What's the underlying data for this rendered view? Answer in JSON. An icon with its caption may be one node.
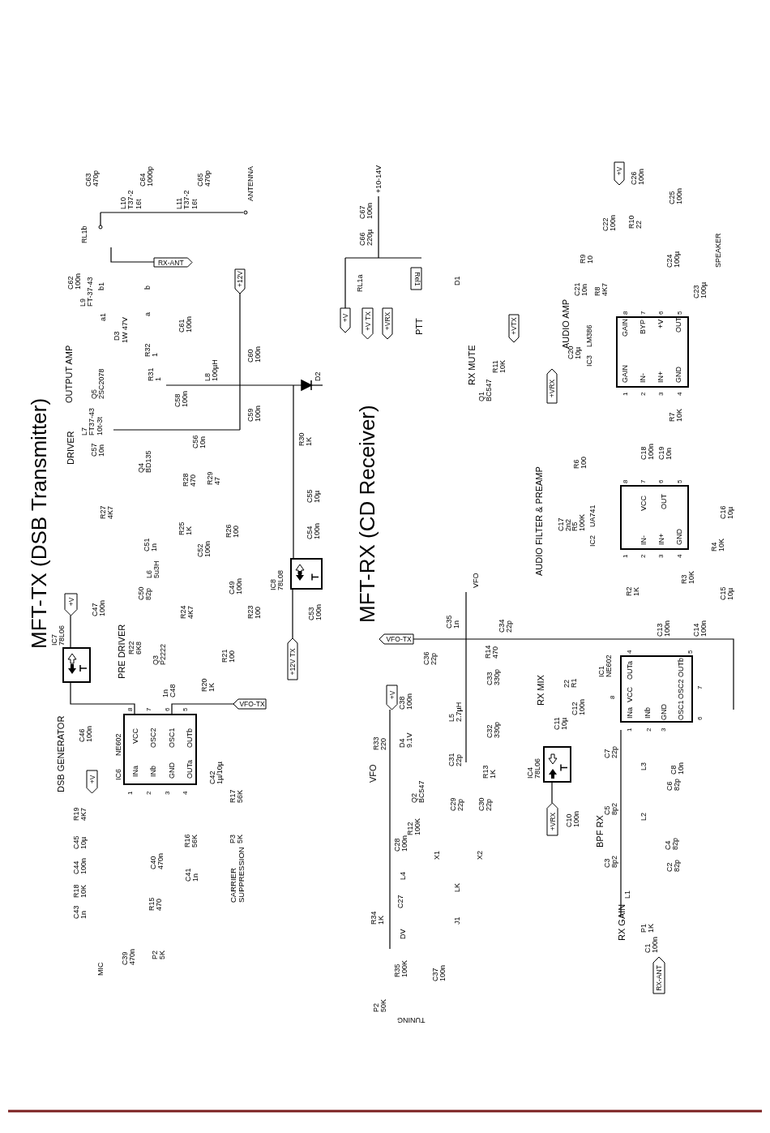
{
  "diagram": {
    "nodes": [
      {
        "text": [
          "VCC",
          "OSC2",
          "OSC1",
          "OUTb",
          "INa",
          "INb",
          "GND",
          "OUTa"
        ],
        "beside": [
          "IC6",
          "NE602",
          "8",
          "7",
          "6",
          "5",
          "1",
          "2",
          "3",
          "4"
        ]
      },
      {
        "text": [],
        "shape": "box",
        "beside": [
          "IC7 78L06"
        ]
      },
      {
        "text": [],
        "shape": "box",
        "beside": [
          "IC8 78L08"
        ]
      },
      {
        "text": [],
        "shape": "box",
        "beside": [
          "IC4 78L06"
        ]
      },
      {
        "text": [
          "GAIN",
          "BYP",
          "+V",
          "OUT",
          "GAIN",
          "IN-",
          "IN+",
          "GND"
        ],
        "beside": [
          "IC3",
          "LM386",
          "8",
          "7",
          "6",
          "5",
          "1",
          "2",
          "3",
          "4"
        ]
      },
      {
        "text": [
          "VCC",
          "OUT",
          "IN-",
          "IN+",
          "GND"
        ],
        "beside": [
          "IC2",
          "UA741",
          "8",
          "7",
          "6",
          "5",
          "1",
          "2",
          "3",
          "4"
        ]
      },
      {
        "text": [
          "OUTa",
          "OUTb",
          "VCC",
          "OSC2",
          "INa",
          "INb",
          "GND",
          "OSC1"
        ],
        "beside": [
          "IC1 NE602",
          "4",
          "5",
          "8",
          "7",
          "6",
          "1",
          "2",
          "3"
        ]
      },
      {
        "text": [
          "+V"
        ]
      },
      {
        "text": [
          "VFO-TX"
        ]
      },
      {
        "text": [
          "+V"
        ]
      },
      {
        "text": [
          "RX-ANT"
        ]
      },
      {
        "text": [
          "+12V"
        ]
      },
      {
        "text": [
          "+12V TX"
        ]
      },
      {
        "text": [
          "+V"
        ]
      },
      {
        "text": [
          "+V TX"
        ]
      },
      {
        "text": [
          "+VRX"
        ]
      },
      {
        "text": [
          "Rel1"
        ]
      },
      {
        "text": [
          "+VTX"
        ]
      },
      {
        "text": [
          "+VRX"
        ]
      },
      {
        "text": [
          "+V"
        ]
      },
      {
        "text": [
          "VFO-TX"
        ]
      },
      {
        "text": [
          "+V"
        ]
      },
      {
        "text": [
          "+VRX"
        ]
      },
      {
        "text": [
          "RX-ANT"
        ]
      }
    ],
    "edges": [
      {
        "from": 7,
        "to": 1,
        "arrow": "none"
      },
      {
        "from": 1,
        "to": 0,
        "arrow": "none"
      },
      {
        "from": 8,
        "to": 0,
        "arrow": "none"
      },
      {
        "from": 12,
        "to": 2,
        "arrow": "none"
      },
      {
        "from": 22,
        "to": 3,
        "arrow": "none"
      }
    ],
    "labels": [
      "MFT-TX (DSB Transmitter)",
      "C63 470p",
      "C64 1000p",
      "C65 470p",
      "L10 T37-2 16t",
      "L11 T37-2 16t",
      "ANTENNA",
      "RL1b",
      "C62 100n",
      "L9 FT-37-43",
      "b1",
      "b",
      "a1",
      "a",
      "C61 100n",
      "D3",
      "1W 47V",
      "OUTPUT AMP",
      "R32 1",
      "R31 1",
      "Q5 2SC2078",
      "L8 100µH",
      "C60 100n",
      "C58 100n",
      "C59 100n",
      "L7 FT37-43 10t-3t",
      "DRIVER",
      "C57 10n",
      "Q4 BD135",
      "C56 10n",
      "R28 470",
      "R29 47",
      "R27 4K7",
      "R25 1K",
      "R26 100",
      "C51 1n",
      "C52 100n",
      "L6 5u3H",
      "C50 82p",
      "C49 100n",
      "R24 4K7",
      "R23 100",
      "PRE DRIVER",
      "R22 6K8",
      "Q3 P2222",
      "R21 100",
      "R20 1K",
      "1n C48",
      "C47 100n",
      "DSB GENERATOR",
      "C46 100n",
      "C42 1µ/10µ",
      "R17 56K",
      "R19 4K7",
      "C45 10µ",
      "C44 100n",
      "R18 10K",
      "C43 1n",
      "MIC",
      "C39 470n",
      "P2 5K",
      "R15 470",
      "C40 470n",
      "C41 1n",
      "R16 56K",
      "P3 5K",
      "CARRIER SUPPRESSION",
      "C53 100n",
      "C54 100n",
      "C55 10µ",
      "R30 1K",
      "D2",
      "MFT-RX (CD Receiver)",
      "+10-14V",
      "C67 100n",
      "C66 220µ",
      "RL1a",
      "D1",
      "PTT",
      "RX MUTE",
      "Q1 BC547",
      "R11 10K",
      "AUDIO AMP",
      "C20 10µ",
      "C21 10n",
      "R8 4K7",
      "R9 10",
      "C22 100n",
      "C26 100n",
      "C25 100n",
      "R10 22",
      "C24 100µ",
      "C23 100µ",
      "SPEAKER",
      "R7 10K",
      "C18 100n",
      "C19 10n",
      "R6 100",
      "AUDIO FILTER & PREAMP",
      "C17 2n2",
      "R5 100K",
      "C16 10µ",
      "R4 10K",
      "R3 10K",
      "C15 10µ",
      "R2 1K",
      "C13 100n",
      "C14 100n",
      "VFO",
      "C35 1n",
      "C34 22p",
      "C36 22p",
      "R14 470",
      "C33 330p",
      "RX MIX",
      "22 R1",
      "C12 100n",
      "C11 10µ",
      "L5 2.7µH",
      "C32 330p",
      "C38 100n",
      "R33 220",
      "D4 9.1V",
      "VFO",
      "C31 22p",
      "R13 1K",
      "Q2 BC547",
      "C29 22p",
      "C30 22p",
      "R12 100K",
      "C28 100n",
      "X1",
      "X2",
      "L4",
      "C10 100n",
      "C7 22p",
      "L3",
      "C8 10n",
      "C6 82p",
      "C5 8p2",
      "L2",
      "C4 82p",
      "BPF RX",
      "C3 8p2",
      "C2 82p",
      "L1",
      "LK",
      "C27",
      "J1",
      "DV",
      "R34 1K",
      "R35 100K",
      "C37 100n",
      "P2 50K",
      "TUNING",
      "RX GAIN",
      "P1 1K",
      "C1 100n"
    ]
  }
}
